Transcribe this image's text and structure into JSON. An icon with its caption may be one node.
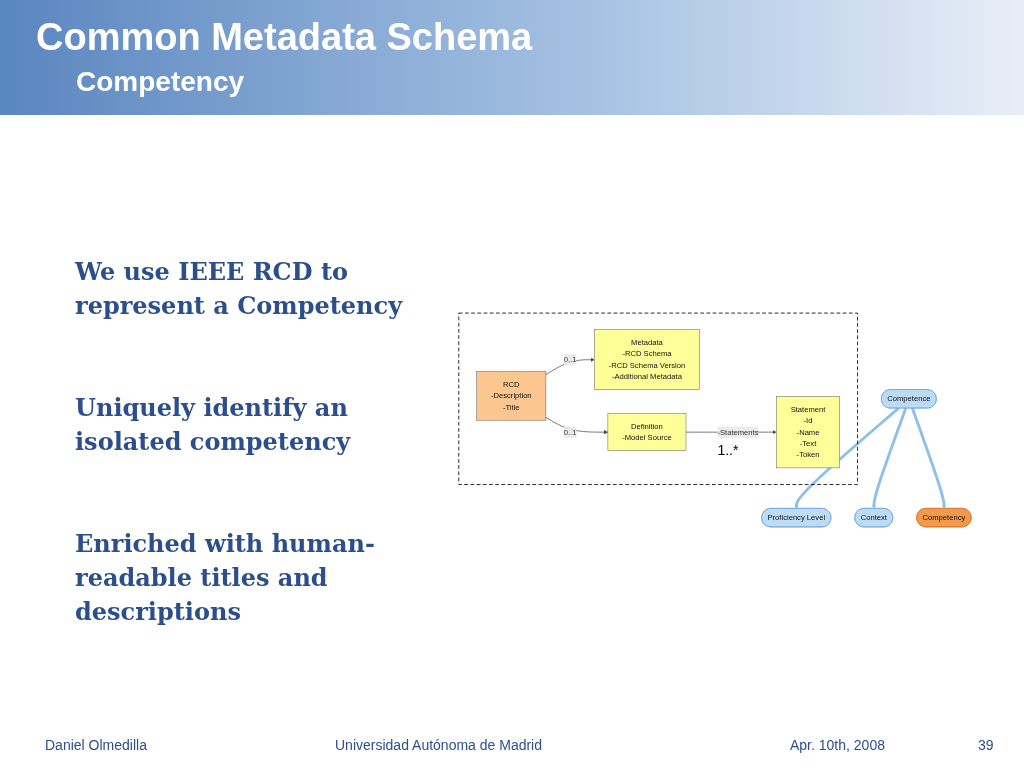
{
  "diagram": {
    "title": "Common Metadata Schema",
    "nodes": [
      {
        "text": [
          "Proficiency Level"
        ]
      },
      {
        "text": [
          "Competency"
        ]
      },
      {
        "text": [
          "Competence"
        ]
      },
      {
        "text": [
          "Context"
        ]
      },
      {
        "text": [],
        "shape": "box"
      },
      {
        "text": [
          "Metadata",
          "-RCD Schema",
          "-RCD Schema Version",
          "-Additional Metadata"
        ],
        "in": 4
      },
      {
        "text": [
          "RCD",
          "-Description",
          "-Title"
        ],
        "in": 4
      },
      {
        "text": [
          "Statement",
          "-Id",
          "-Name",
          "-Text",
          "-Token"
        ],
        "in": 4
      },
      {
        "text": [
          "Definition",
          "-Model Source"
        ],
        "in": 4
      }
    ],
    "edges": [
      {
        "from": 2,
        "to": 0,
        "arrow": "to",
        "style": "thick",
        "color": "#8cc0ea"
      },
      {
        "from": 2,
        "to": 3,
        "arrow": "to",
        "style": "thick",
        "color": "#8cc0ea"
      },
      {
        "from": 2,
        "to": 1,
        "arrow": "to",
        "style": "thick",
        "color": "#8cc0ea"
      },
      {
        "from": 6,
        "to": 5,
        "arrow": "to",
        "label": "0..1",
        "color": "#444444"
      },
      {
        "from": 6,
        "to": 8,
        "arrow": "to",
        "label": "0..1",
        "color": "#444444"
      },
      {
        "from": 8,
        "to": 7,
        "arrow": "to",
        "label": "-Statements",
        "color": "#444444"
      }
    ],
    "labels": [
      "Competency",
      "We use IEEE RCD to represent a Competency",
      "Uniquely identify an isolated competency",
      "Enriched with human-readable titles and descriptions",
      "1..*",
      "Daniel Olmedilla",
      "Universidad Autónoma de Madrid",
      "Apr. 10th, 2008",
      "39"
    ]
  }
}
